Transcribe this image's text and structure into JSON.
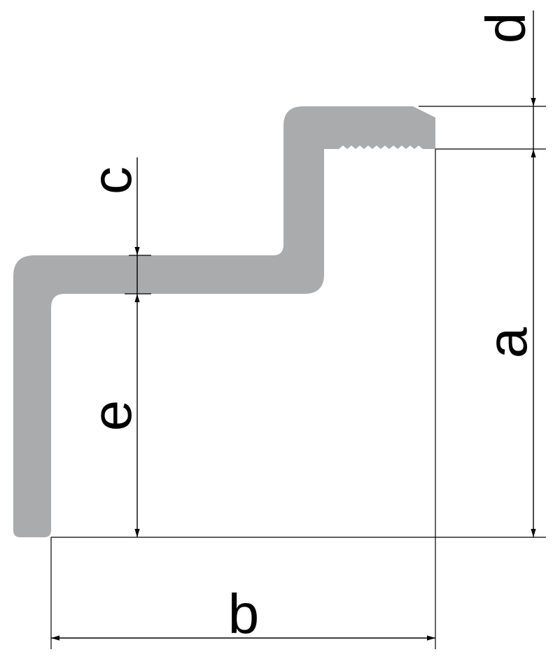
{
  "diagram": {
    "labels": {
      "a": "a",
      "b": "b",
      "c": "c",
      "d": "d",
      "e": "e"
    },
    "colors": {
      "profile_fill": "#a9abad",
      "line": "#000000",
      "background": "#ffffff"
    }
  }
}
